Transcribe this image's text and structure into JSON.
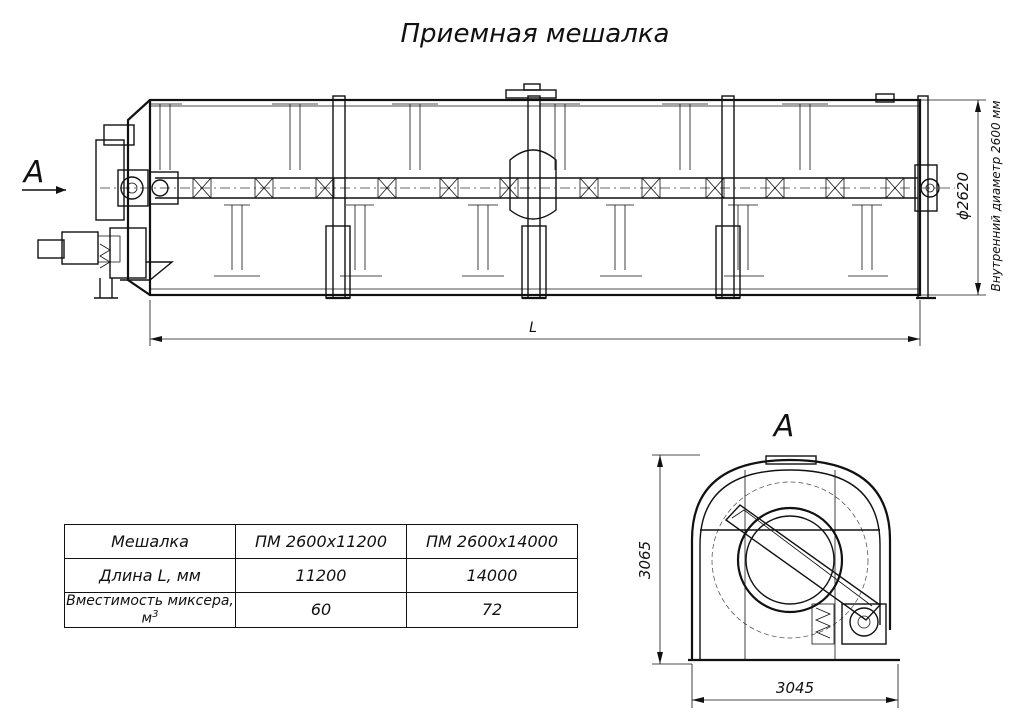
{
  "title": "Приемная мешалка",
  "view_label_arrow": "A",
  "view_label_section": "A",
  "dimensions": {
    "diameter": "ϕ2620",
    "inner_diameter_note": "Внутренний диаметр 2600 мм",
    "length": "L",
    "height": "3065",
    "width": "3045"
  },
  "table": {
    "headers": [
      "Мешалка",
      "ПМ 2600х11200",
      "ПМ 2600х14000"
    ],
    "rows": [
      {
        "label": "Длина L, мм",
        "values": [
          "11200",
          "14000"
        ]
      },
      {
        "label": "Вместимость миксера, м",
        "label_sup": "3",
        "values": [
          "60",
          "72"
        ]
      }
    ]
  }
}
